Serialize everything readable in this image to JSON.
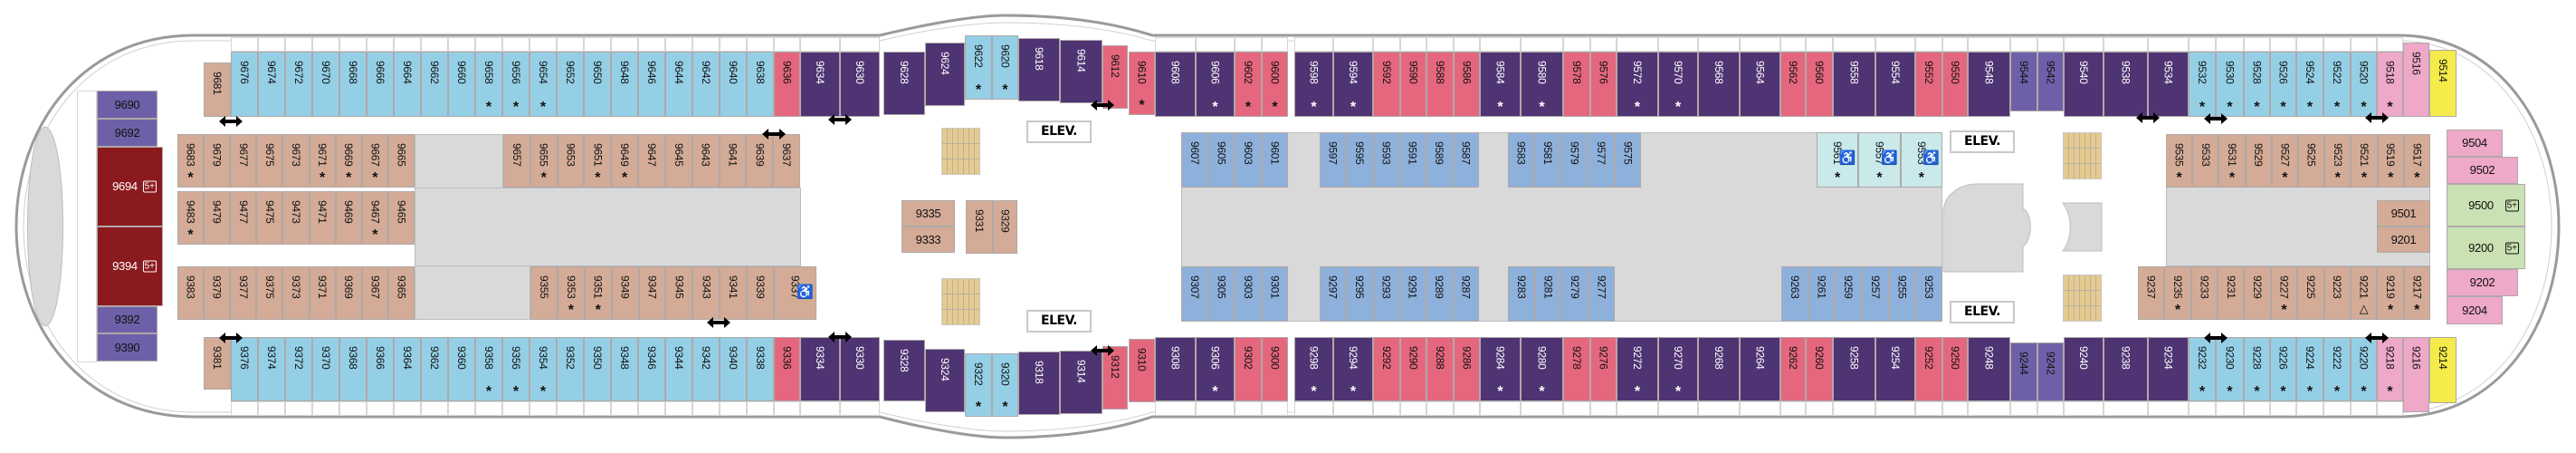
{
  "labels": {
    "elevator": "ELEV.",
    "family_badge": "5+"
  },
  "symbols": {
    "star": "*",
    "accessible": "♿",
    "triangle": "△"
  },
  "palette": {
    "T": "#d3ab97",
    "B": "#94cfe6",
    "P": "#4f3473",
    "K": "#e4677e",
    "L": "#6e60a8",
    "M": "#8eb1dc",
    "C": "#c9e9ea",
    "R": "#eea8c8",
    "Y": "#f5eb4a",
    "G": "#c9e1b3",
    "D": "#8b1a1f",
    "hull": "#9a9a9a",
    "gray": "#d9d9d9",
    "stairs": "#e6cb8e"
  },
  "rows": {
    "top_outer_aft": [
      {
        "n": "9681",
        "t": "T"
      },
      {
        "n": "9676",
        "t": "B"
      },
      {
        "n": "9674",
        "t": "B"
      },
      {
        "n": "9672",
        "t": "B"
      },
      {
        "n": "9670",
        "t": "B"
      },
      {
        "n": "9668",
        "t": "B"
      },
      {
        "n": "9666",
        "t": "B"
      },
      {
        "n": "9664",
        "t": "B"
      },
      {
        "n": "9662",
        "t": "B"
      },
      {
        "n": "9660",
        "t": "B"
      },
      {
        "n": "9658",
        "t": "B",
        "s": 1
      },
      {
        "n": "9656",
        "t": "B",
        "s": 1
      },
      {
        "n": "9654",
        "t": "B",
        "s": 1
      },
      {
        "n": "9652",
        "t": "B"
      },
      {
        "n": "9650",
        "t": "B"
      },
      {
        "n": "9648",
        "t": "B"
      },
      {
        "n": "9646",
        "t": "B"
      },
      {
        "n": "9644",
        "t": "B"
      },
      {
        "n": "9642",
        "t": "B"
      },
      {
        "n": "9640",
        "t": "B"
      },
      {
        "n": "9638",
        "t": "B"
      },
      {
        "n": "9636",
        "t": "K"
      },
      {
        "n": "9634",
        "t": "P"
      },
      {
        "n": "9630",
        "t": "P"
      }
    ],
    "top_outer_mid": [
      {
        "n": "9628",
        "t": "P"
      },
      {
        "n": "9624",
        "t": "P"
      },
      {
        "n": "9622",
        "t": "B",
        "s": 1
      },
      {
        "n": "9620",
        "t": "B",
        "s": 1
      },
      {
        "n": "9618",
        "t": "P"
      },
      {
        "n": "9614",
        "t": "P"
      },
      {
        "n": "9612",
        "t": "K"
      },
      {
        "n": "9610",
        "t": "K",
        "s": 1
      }
    ],
    "top_outer_fwd_a": [
      {
        "n": "9608",
        "t": "P"
      },
      {
        "n": "9606",
        "t": "P",
        "s": 1
      },
      {
        "n": "9602",
        "t": "K",
        "s": 1
      },
      {
        "n": "9600",
        "t": "K",
        "s": 1
      }
    ],
    "top_outer_fwd_b": [
      {
        "n": "9598",
        "t": "P",
        "s": 1
      },
      {
        "n": "9594",
        "t": "P",
        "s": 1
      },
      {
        "n": "9592",
        "t": "K"
      },
      {
        "n": "9590",
        "t": "K"
      },
      {
        "n": "9588",
        "t": "K"
      },
      {
        "n": "9586",
        "t": "K"
      },
      {
        "n": "9584",
        "t": "P",
        "s": 1
      },
      {
        "n": "9580",
        "t": "P",
        "s": 1
      },
      {
        "n": "9578",
        "t": "K"
      },
      {
        "n": "9576",
        "t": "K"
      },
      {
        "n": "9572",
        "t": "P",
        "s": 1
      },
      {
        "n": "9570",
        "t": "P",
        "s": 1
      },
      {
        "n": "9568",
        "t": "P"
      },
      {
        "n": "9564",
        "t": "P"
      },
      {
        "n": "9562",
        "t": "K"
      },
      {
        "n": "9560",
        "t": "K"
      },
      {
        "n": "9558",
        "t": "P"
      },
      {
        "n": "9554",
        "t": "P"
      },
      {
        "n": "9552",
        "t": "K"
      },
      {
        "n": "9550",
        "t": "K"
      },
      {
        "n": "9548",
        "t": "P"
      },
      {
        "n": "9544",
        "t": "L"
      },
      {
        "n": "9542",
        "t": "L"
      },
      {
        "n": "9540",
        "t": "P"
      },
      {
        "n": "9538",
        "t": "P"
      },
      {
        "n": "9534",
        "t": "P"
      },
      {
        "n": "9532",
        "t": "B",
        "s": 1
      },
      {
        "n": "9530",
        "t": "B",
        "s": 1
      },
      {
        "n": "9528",
        "t": "B",
        "s": 1
      },
      {
        "n": "9526",
        "t": "B",
        "s": 1
      },
      {
        "n": "9524",
        "t": "B",
        "s": 1
      },
      {
        "n": "9522",
        "t": "B",
        "s": 1
      },
      {
        "n": "9520",
        "t": "B",
        "s": 1
      },
      {
        "n": "9518",
        "t": "R",
        "s": 1
      },
      {
        "n": "9516",
        "t": "R"
      },
      {
        "n": "9514",
        "t": "Y"
      }
    ],
    "top_inner_aft": [
      {
        "n": "9683",
        "t": "T",
        "s": 1
      },
      {
        "n": "9679",
        "t": "T"
      },
      {
        "n": "9677",
        "t": "T"
      },
      {
        "n": "9675",
        "t": "T"
      },
      {
        "n": "9673",
        "t": "T"
      },
      {
        "n": "9671",
        "t": "T",
        "s": 1
      },
      {
        "n": "9669",
        "t": "T",
        "s": 1
      },
      {
        "n": "9667",
        "t": "T",
        "s": 1
      },
      {
        "n": "9665",
        "t": "T"
      }
    ],
    "top_inner_aft2": [
      {
        "n": "9657",
        "t": "T"
      },
      {
        "n": "9655",
        "t": "T",
        "s": 1
      },
      {
        "n": "9653",
        "t": "T"
      },
      {
        "n": "9651",
        "t": "T",
        "s": 1
      },
      {
        "n": "9649",
        "t": "T",
        "s": 1
      },
      {
        "n": "9647",
        "t": "T"
      },
      {
        "n": "9645",
        "t": "T"
      },
      {
        "n": "9643",
        "t": "T"
      },
      {
        "n": "9641",
        "t": "T"
      },
      {
        "n": "9639",
        "t": "T"
      },
      {
        "n": "9637",
        "t": "T"
      }
    ],
    "mid_aft": [
      {
        "n": "9483",
        "t": "T",
        "s": 1
      },
      {
        "n": "9479",
        "t": "T"
      },
      {
        "n": "9477",
        "t": "T"
      },
      {
        "n": "9475",
        "t": "T"
      },
      {
        "n": "9473",
        "t": "T"
      },
      {
        "n": "9471",
        "t": "T"
      },
      {
        "n": "9469",
        "t": "T"
      },
      {
        "n": "9467",
        "t": "T",
        "s": 1
      },
      {
        "n": "9465",
        "t": "T"
      }
    ],
    "bot_inner_aft": [
      {
        "n": "9383",
        "t": "T"
      },
      {
        "n": "9379",
        "t": "T"
      },
      {
        "n": "9377",
        "t": "T"
      },
      {
        "n": "9375",
        "t": "T"
      },
      {
        "n": "9373",
        "t": "T"
      },
      {
        "n": "9371",
        "t": "T"
      },
      {
        "n": "9369",
        "t": "T"
      },
      {
        "n": "9367",
        "t": "T"
      },
      {
        "n": "9365",
        "t": "T"
      }
    ],
    "bot_inner_aft2": [
      {
        "n": "9355",
        "t": "T"
      },
      {
        "n": "9353",
        "t": "T",
        "s": 1
      },
      {
        "n": "9351",
        "t": "T",
        "s": 1
      },
      {
        "n": "9349",
        "t": "T"
      },
      {
        "n": "9347",
        "t": "T"
      },
      {
        "n": "9345",
        "t": "T"
      },
      {
        "n": "9343",
        "t": "T"
      },
      {
        "n": "9341",
        "t": "T"
      },
      {
        "n": "9339",
        "t": "T"
      },
      {
        "n": "9337",
        "t": "T",
        "a": 1
      }
    ],
    "center_block": [
      {
        "n": "9335",
        "t": "T"
      },
      {
        "n": "9333",
        "t": "T"
      },
      {
        "n": "9331",
        "t": "T"
      },
      {
        "n": "9329",
        "t": "T"
      }
    ],
    "top_inner_mid": [
      {
        "n": "9607",
        "t": "M"
      },
      {
        "n": "9605",
        "t": "M"
      },
      {
        "n": "9603",
        "t": "M"
      },
      {
        "n": "9601",
        "t": "M"
      },
      {
        "n": "9597",
        "t": "M"
      },
      {
        "n": "9595",
        "t": "M"
      },
      {
        "n": "9593",
        "t": "M"
      },
      {
        "n": "9591",
        "t": "M"
      },
      {
        "n": "9589",
        "t": "M"
      },
      {
        "n": "9587",
        "t": "M"
      },
      {
        "n": "9583",
        "t": "M"
      },
      {
        "n": "9581",
        "t": "M"
      },
      {
        "n": "9579",
        "t": "M"
      },
      {
        "n": "9577",
        "t": "M"
      },
      {
        "n": "9575",
        "t": "M"
      },
      {
        "n": "9561",
        "t": "C",
        "s": 1,
        "a": 1
      },
      {
        "n": "9557",
        "t": "C",
        "s": 1,
        "a": 1
      },
      {
        "n": "9553",
        "t": "C",
        "s": 1,
        "a": 1
      }
    ],
    "bot_inner_mid": [
      {
        "n": "9307",
        "t": "M"
      },
      {
        "n": "9305",
        "t": "M"
      },
      {
        "n": "9303",
        "t": "M"
      },
      {
        "n": "9301",
        "t": "M"
      },
      {
        "n": "9297",
        "t": "M"
      },
      {
        "n": "9295",
        "t": "M"
      },
      {
        "n": "9293",
        "t": "M"
      },
      {
        "n": "9291",
        "t": "M"
      },
      {
        "n": "9289",
        "t": "M"
      },
      {
        "n": "9287",
        "t": "M"
      },
      {
        "n": "9283",
        "t": "M"
      },
      {
        "n": "9281",
        "t": "M"
      },
      {
        "n": "9279",
        "t": "M"
      },
      {
        "n": "9277",
        "t": "M"
      },
      {
        "n": "9263",
        "t": "M"
      },
      {
        "n": "9261",
        "t": "M"
      },
      {
        "n": "9259",
        "t": "M"
      },
      {
        "n": "9257",
        "t": "M"
      },
      {
        "n": "9255",
        "t": "M"
      },
      {
        "n": "9253",
        "t": "M"
      }
    ],
    "top_inner_fwd": [
      {
        "n": "9535",
        "t": "T",
        "s": 1
      },
      {
        "n": "9533",
        "t": "T"
      },
      {
        "n": "9531",
        "t": "T",
        "s": 1
      },
      {
        "n": "9529",
        "t": "T"
      },
      {
        "n": "9527",
        "t": "T",
        "s": 1
      },
      {
        "n": "9525",
        "t": "T"
      },
      {
        "n": "9523",
        "t": "T",
        "s": 1
      },
      {
        "n": "9521",
        "t": "T",
        "s": 1
      },
      {
        "n": "9519",
        "t": "T",
        "s": 1
      },
      {
        "n": "9517",
        "t": "T",
        "s": 1
      }
    ],
    "bot_inner_fwd": [
      {
        "n": "9237",
        "t": "T"
      },
      {
        "n": "9235",
        "t": "T",
        "s": 1
      },
      {
        "n": "9233",
        "t": "T"
      },
      {
        "n": "9231",
        "t": "T"
      },
      {
        "n": "9229",
        "t": "T"
      },
      {
        "n": "9227",
        "t": "T",
        "s": 1
      },
      {
        "n": "9225",
        "t": "T"
      },
      {
        "n": "9223",
        "t": "T"
      },
      {
        "n": "9221",
        "t": "T",
        "d": 1
      },
      {
        "n": "9219",
        "t": "T",
        "s": 1
      },
      {
        "n": "9217",
        "t": "T",
        "s": 1
      }
    ],
    "fwd_mid": [
      {
        "n": "9501",
        "t": "T"
      },
      {
        "n": "9201",
        "t": "T"
      }
    ],
    "aft_suites": [
      {
        "n": "9690",
        "t": "L"
      },
      {
        "n": "9692",
        "t": "L"
      },
      {
        "n": "9694",
        "t": "D",
        "b": 1
      },
      {
        "n": "9394",
        "t": "D",
        "b": 1
      },
      {
        "n": "9392",
        "t": "L"
      },
      {
        "n": "9390",
        "t": "L"
      }
    ],
    "fwd_suites": [
      {
        "n": "9504",
        "t": "R"
      },
      {
        "n": "9502",
        "t": "R"
      },
      {
        "n": "9500",
        "t": "G",
        "b": 1
      },
      {
        "n": "9200",
        "t": "G",
        "b": 1
      },
      {
        "n": "9202",
        "t": "R"
      },
      {
        "n": "9204",
        "t": "R"
      }
    ],
    "bot_outer_aft": [
      {
        "n": "9381",
        "t": "T"
      },
      {
        "n": "9376",
        "t": "B"
      },
      {
        "n": "9374",
        "t": "B"
      },
      {
        "n": "9372",
        "t": "B"
      },
      {
        "n": "9370",
        "t": "B"
      },
      {
        "n": "9368",
        "t": "B"
      },
      {
        "n": "9366",
        "t": "B"
      },
      {
        "n": "9364",
        "t": "B"
      },
      {
        "n": "9362",
        "t": "B"
      },
      {
        "n": "9360",
        "t": "B"
      },
      {
        "n": "9358",
        "t": "B",
        "s": 1
      },
      {
        "n": "9356",
        "t": "B",
        "s": 1
      },
      {
        "n": "9354",
        "t": "B",
        "s": 1
      },
      {
        "n": "9352",
        "t": "B"
      },
      {
        "n": "9350",
        "t": "B"
      },
      {
        "n": "9348",
        "t": "B"
      },
      {
        "n": "9346",
        "t": "B"
      },
      {
        "n": "9344",
        "t": "B"
      },
      {
        "n": "9342",
        "t": "B"
      },
      {
        "n": "9340",
        "t": "B"
      },
      {
        "n": "9338",
        "t": "B"
      },
      {
        "n": "9336",
        "t": "K"
      },
      {
        "n": "9334",
        "t": "P"
      },
      {
        "n": "9330",
        "t": "P"
      }
    ],
    "bot_outer_mid": [
      {
        "n": "9328",
        "t": "P"
      },
      {
        "n": "9324",
        "t": "P"
      },
      {
        "n": "9322",
        "t": "B",
        "s": 1
      },
      {
        "n": "9320",
        "t": "B",
        "s": 1
      },
      {
        "n": "9318",
        "t": "P"
      },
      {
        "n": "9314",
        "t": "P"
      },
      {
        "n": "9312",
        "t": "K"
      },
      {
        "n": "9310",
        "t": "K"
      }
    ],
    "bot_outer_fwd_a": [
      {
        "n": "9308",
        "t": "P"
      },
      {
        "n": "9306",
        "t": "P",
        "s": 1
      },
      {
        "n": "9302",
        "t": "K"
      },
      {
        "n": "9300",
        "t": "K"
      }
    ],
    "bot_outer_fwd_b": [
      {
        "n": "9298",
        "t": "P",
        "s": 1
      },
      {
        "n": "9294",
        "t": "P",
        "s": 1
      },
      {
        "n": "9292",
        "t": "K"
      },
      {
        "n": "9290",
        "t": "K"
      },
      {
        "n": "9288",
        "t": "K"
      },
      {
        "n": "9286",
        "t": "K"
      },
      {
        "n": "9284",
        "t": "P",
        "s": 1
      },
      {
        "n": "9280",
        "t": "P",
        "s": 1
      },
      {
        "n": "9278",
        "t": "K"
      },
      {
        "n": "9276",
        "t": "K"
      },
      {
        "n": "9272",
        "t": "P",
        "s": 1
      },
      {
        "n": "9270",
        "t": "P",
        "s": 1
      },
      {
        "n": "9268",
        "t": "P"
      },
      {
        "n": "9264",
        "t": "P"
      },
      {
        "n": "9262",
        "t": "K"
      },
      {
        "n": "9260",
        "t": "K"
      },
      {
        "n": "9258",
        "t": "P"
      },
      {
        "n": "9254",
        "t": "P"
      },
      {
        "n": "9252",
        "t": "K"
      },
      {
        "n": "9250",
        "t": "K"
      },
      {
        "n": "9248",
        "t": "P"
      },
      {
        "n": "9244",
        "t": "L"
      },
      {
        "n": "9242",
        "t": "L"
      },
      {
        "n": "9240",
        "t": "P"
      },
      {
        "n": "9238",
        "t": "P"
      },
      {
        "n": "9234",
        "t": "P"
      },
      {
        "n": "9232",
        "t": "B",
        "s": 1
      },
      {
        "n": "9230",
        "t": "B",
        "s": 1
      },
      {
        "n": "9228",
        "t": "B",
        "s": 1
      },
      {
        "n": "9226",
        "t": "B",
        "s": 1
      },
      {
        "n": "9224",
        "t": "B",
        "s": 1
      },
      {
        "n": "9222",
        "t": "B",
        "s": 1
      },
      {
        "n": "9220",
        "t": "B",
        "s": 1
      },
      {
        "n": "9218",
        "t": "R",
        "s": 1
      },
      {
        "n": "9216",
        "t": "R"
      },
      {
        "n": "9214",
        "t": "Y"
      }
    ]
  }
}
